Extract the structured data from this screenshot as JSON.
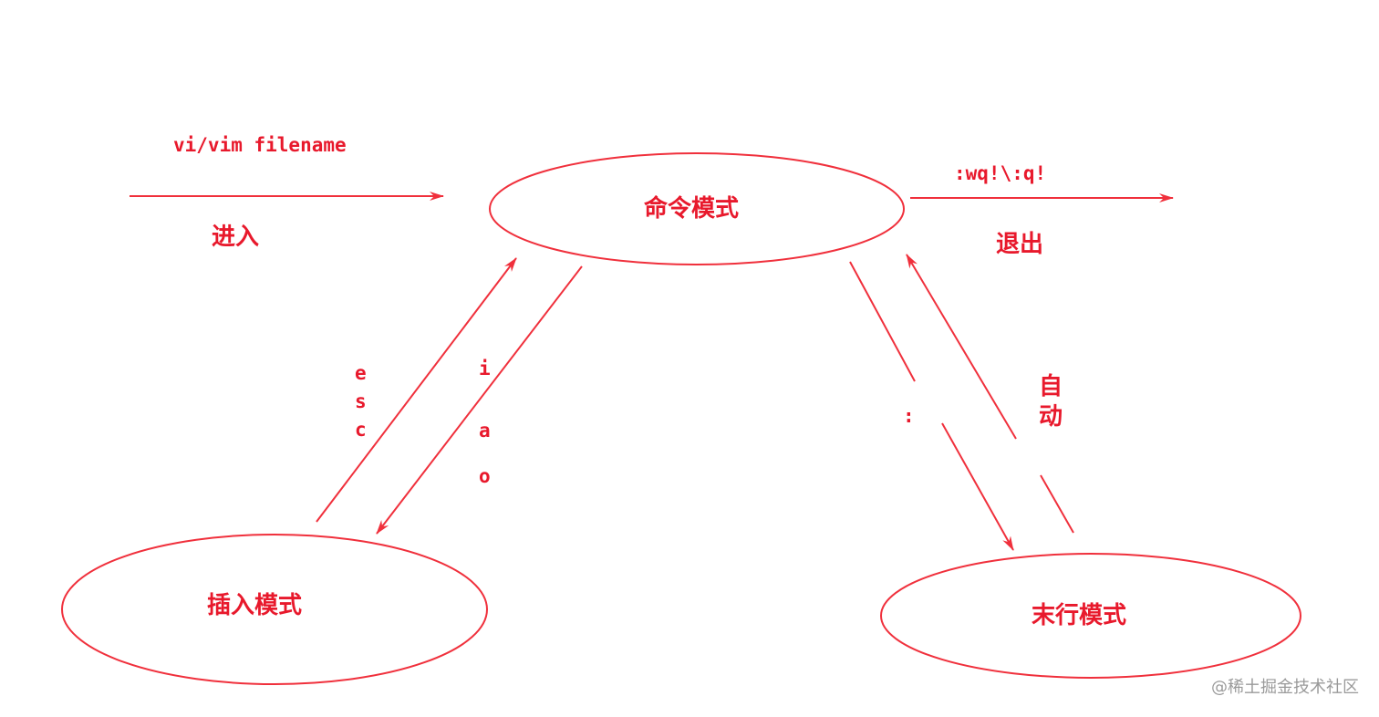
{
  "colors": {
    "accent": "#e8192c",
    "line": "#f0303c",
    "watermark": "#9a9a9a",
    "background": "#ffffff"
  },
  "nodes": {
    "command_mode": "命令模式",
    "insert_mode": "插入模式",
    "last_line_mode": "末行模式"
  },
  "edges": {
    "enter": {
      "command": "vi/vim filename",
      "label": "进入"
    },
    "exit": {
      "command": ":wq!\\:q!",
      "label": "退出"
    },
    "to_insert": {
      "keys": [
        "i",
        "a",
        "o"
      ]
    },
    "to_command_from_insert": {
      "keys": [
        "e",
        "s",
        "c"
      ]
    },
    "to_last_line": {
      "key": ":"
    },
    "to_command_from_last_line": {
      "chars": [
        "自",
        "动"
      ]
    }
  },
  "watermark": "@稀土掘金技术社区"
}
